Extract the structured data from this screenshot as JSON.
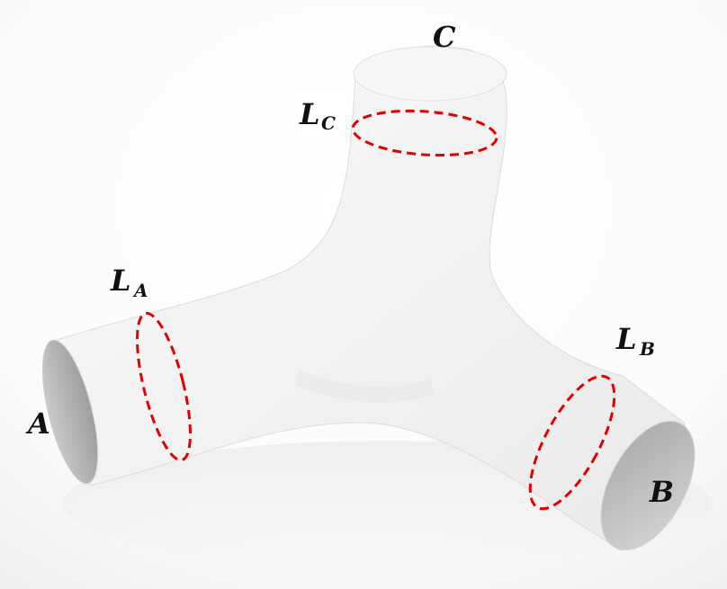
{
  "labels": {
    "end_a": "A",
    "end_b": "B",
    "end_c": "C",
    "loop_a_main": "L",
    "loop_a_sub": "A",
    "loop_b_main": "L",
    "loop_b_sub": "B",
    "loop_c_main": "L",
    "loop_c_sub": "C"
  },
  "colors": {
    "background": "#ffffff",
    "surface": "#f1f1f1",
    "opening": "#b9b9b9",
    "loop": "#e00000",
    "text": "#111111"
  }
}
